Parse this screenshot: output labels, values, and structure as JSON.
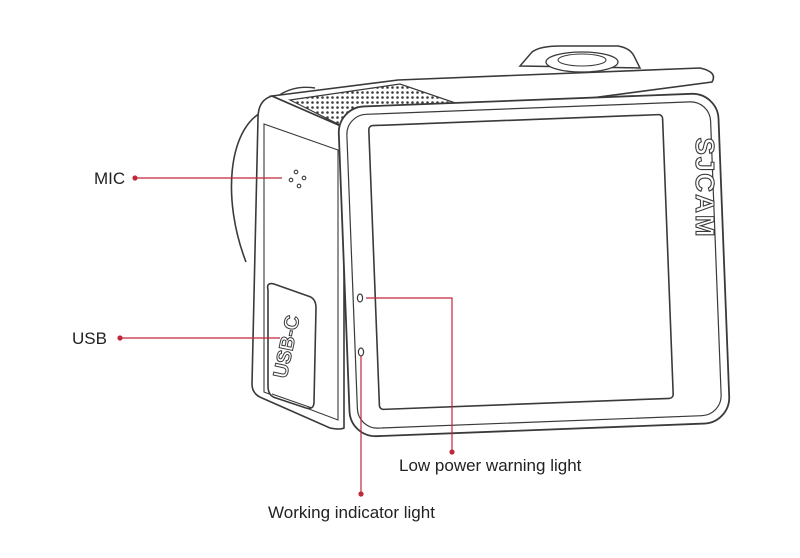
{
  "brand": {
    "logo_text": "SJCAM"
  },
  "port_cover": {
    "text": "USB-C"
  },
  "callouts": {
    "mic": "MIC",
    "usb": "USB",
    "low_power": "Low power warning light",
    "working": "Working indicator light"
  },
  "colors": {
    "outline": "#3a3a3a",
    "leader": "#c0283a",
    "text": "#222222",
    "screen_fill": "#ffffff",
    "body_fill": "#ffffff"
  }
}
